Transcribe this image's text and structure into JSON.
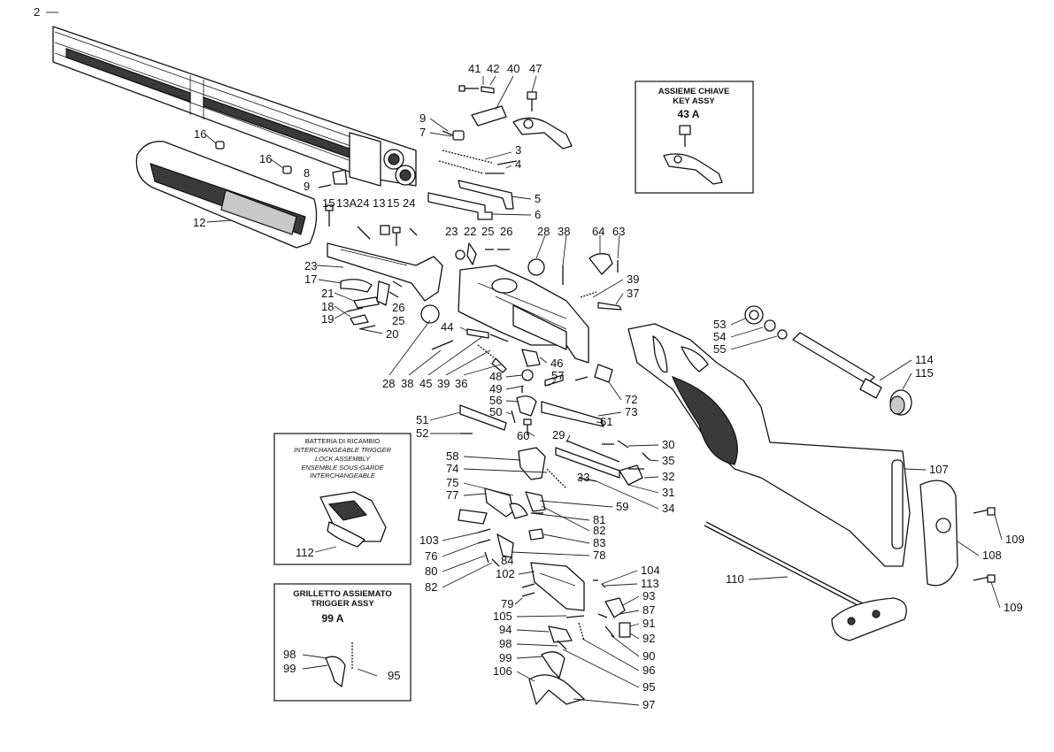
{
  "inset_key_assy": {
    "title_line1": "ASSIEME CHIAVE",
    "title_line2": "KEY ASSY",
    "code": "43 A"
  },
  "inset_trigger_lock": {
    "line1": "BATTERIA DI RICAMBIO",
    "line2": "INTERCHANGEABLE TRIGGER",
    "line3": "LOCK ASSEMBLY",
    "line4": "ENSEMBLE SOUS-GARDE",
    "line5": "INTERCHANGEABLE",
    "part": "112"
  },
  "inset_trigger_assy": {
    "title_line1": "GRILLETTO ASSIEMATO",
    "title_line2": "TRIGGER ASSY",
    "code": "99 A",
    "part_98": "98",
    "part_99": "99",
    "part_95": "95"
  },
  "labels": {
    "l2": "2",
    "l41": "41",
    "l42": "42",
    "l40": "40",
    "l47": "47",
    "l9a": "9",
    "l7": "7",
    "l3": "3",
    "l4": "4",
    "l5": "5",
    "l6": "6",
    "l16a": "16",
    "l16b": "16",
    "l8": "8",
    "l9b": "9",
    "l12": "12",
    "l15a": "15",
    "l13A": "13A",
    "l24a": "24",
    "l13": "13",
    "l15b": "15",
    "l24b": "24",
    "l23a": "23",
    "l22": "22",
    "l25a": "25",
    "l26a": "26",
    "l28a": "28",
    "l38a": "38",
    "l64": "64",
    "l63": "63",
    "l23b": "23",
    "l17": "17",
    "l21": "21",
    "l26b": "26",
    "l18": "18",
    "l25b": "25",
    "l19": "19",
    "l20": "20",
    "l39a": "39",
    "l37": "37",
    "l44": "44",
    "l28b": "28",
    "l38b": "38",
    "l45": "45",
    "l39b": "39",
    "l36": "36",
    "l46": "46",
    "l48": "48",
    "l57": "57",
    "l49": "49",
    "l56": "56",
    "l50": "50",
    "l72": "72",
    "l73": "73",
    "l51": "51",
    "l61": "61",
    "l52": "52",
    "l60": "60",
    "l29": "29",
    "l30": "30",
    "l58": "58",
    "l35": "35",
    "l74": "74",
    "l32": "32",
    "l75": "75",
    "l33": "33",
    "l31": "31",
    "l77": "77",
    "l34": "34",
    "l59": "59",
    "l81": "81",
    "l82a": "82",
    "l103": "103",
    "l83": "83",
    "l76": "76",
    "l78": "78",
    "l84": "84",
    "l80": "80",
    "l82b": "82",
    "l102": "102",
    "l104": "104",
    "l113": "113",
    "l79": "79",
    "l93": "93",
    "l87": "87",
    "l105": "105",
    "l91": "91",
    "l94": "94",
    "l92": "92",
    "l98": "98",
    "l90": "90",
    "l99": "99",
    "l96": "96",
    "l106": "106",
    "l95": "95",
    "l97": "97",
    "l53": "53",
    "l54": "54",
    "l55": "55",
    "l114": "114",
    "l115": "115",
    "l107": "107",
    "l109a": "109",
    "l108": "108",
    "l110": "110",
    "l109b": "109"
  }
}
